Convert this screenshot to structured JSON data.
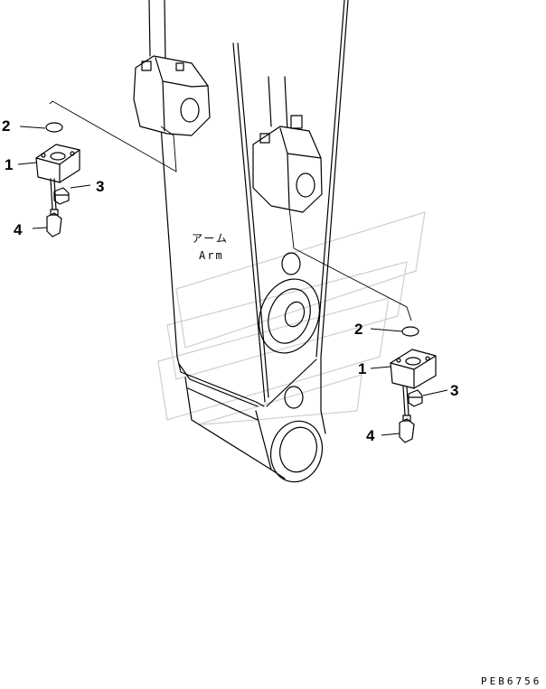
{
  "part_label": {
    "jp": "アーム",
    "en": "Arm"
  },
  "callouts": {
    "left": {
      "c1": "1",
      "c2": "2",
      "c3": "3",
      "c4": "4"
    },
    "right": {
      "c1": "1",
      "c2": "2",
      "c3": "3",
      "c4": "4"
    }
  },
  "drawing_code": "PEB6756"
}
